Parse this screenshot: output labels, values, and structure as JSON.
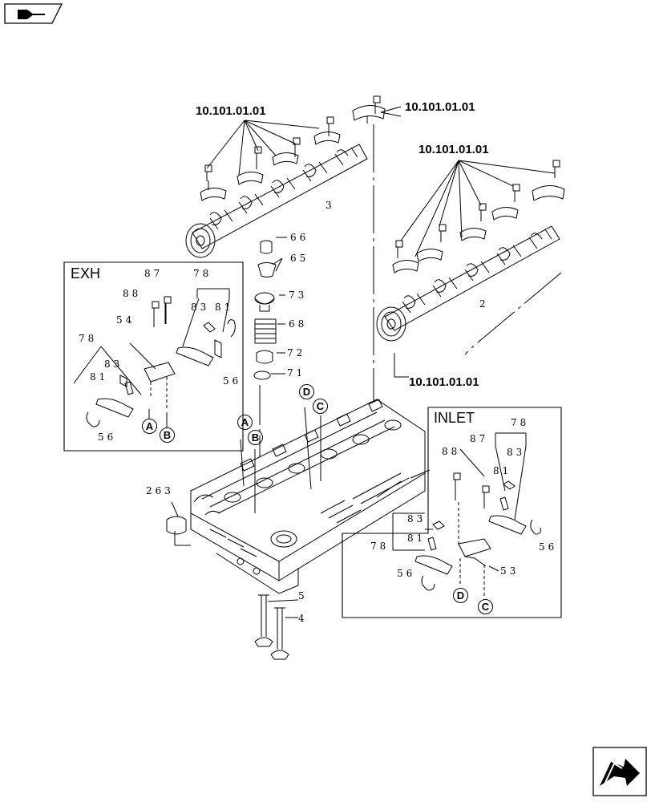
{
  "nav": {
    "top_icon": "book-return-icon",
    "bottom_icon": "next-page-arrow-icon"
  },
  "refs": {
    "r1": "10.101.01.01",
    "r2": "10.101.01.01",
    "r3": "10.101.01.01",
    "r4": "10.101.01.01"
  },
  "boxes": {
    "exh": "EXH",
    "inlet": "INLET"
  },
  "callouts": {
    "c66": "66",
    "c65": "65",
    "c73": "73",
    "c68": "68",
    "c72": "72",
    "c71": "71",
    "c3": "3",
    "c2": "2",
    "c5": "5",
    "c4": "4",
    "c263": "263",
    "exh_87": "87",
    "exh_88": "88",
    "exh_78a": "78",
    "exh_83a": "83",
    "exh_81a": "81",
    "exh_54": "54",
    "exh_78b": "78",
    "exh_83b": "83",
    "exh_81b": "81",
    "exh_56a": "56",
    "exh_56b": "56",
    "in_88": "88",
    "in_87": "87",
    "in_78a": "78",
    "in_83a": "83",
    "in_81a": "81",
    "in_83b": "83",
    "in_81b": "81",
    "in_78b": "78",
    "in_56a": "56",
    "in_53": "53",
    "in_56b": "56"
  },
  "markers": {
    "exh_A": "A",
    "exh_B": "B",
    "head_A": "A",
    "head_B": "B",
    "head_D": "D",
    "head_C": "C",
    "in_D": "D",
    "in_C": "C"
  }
}
